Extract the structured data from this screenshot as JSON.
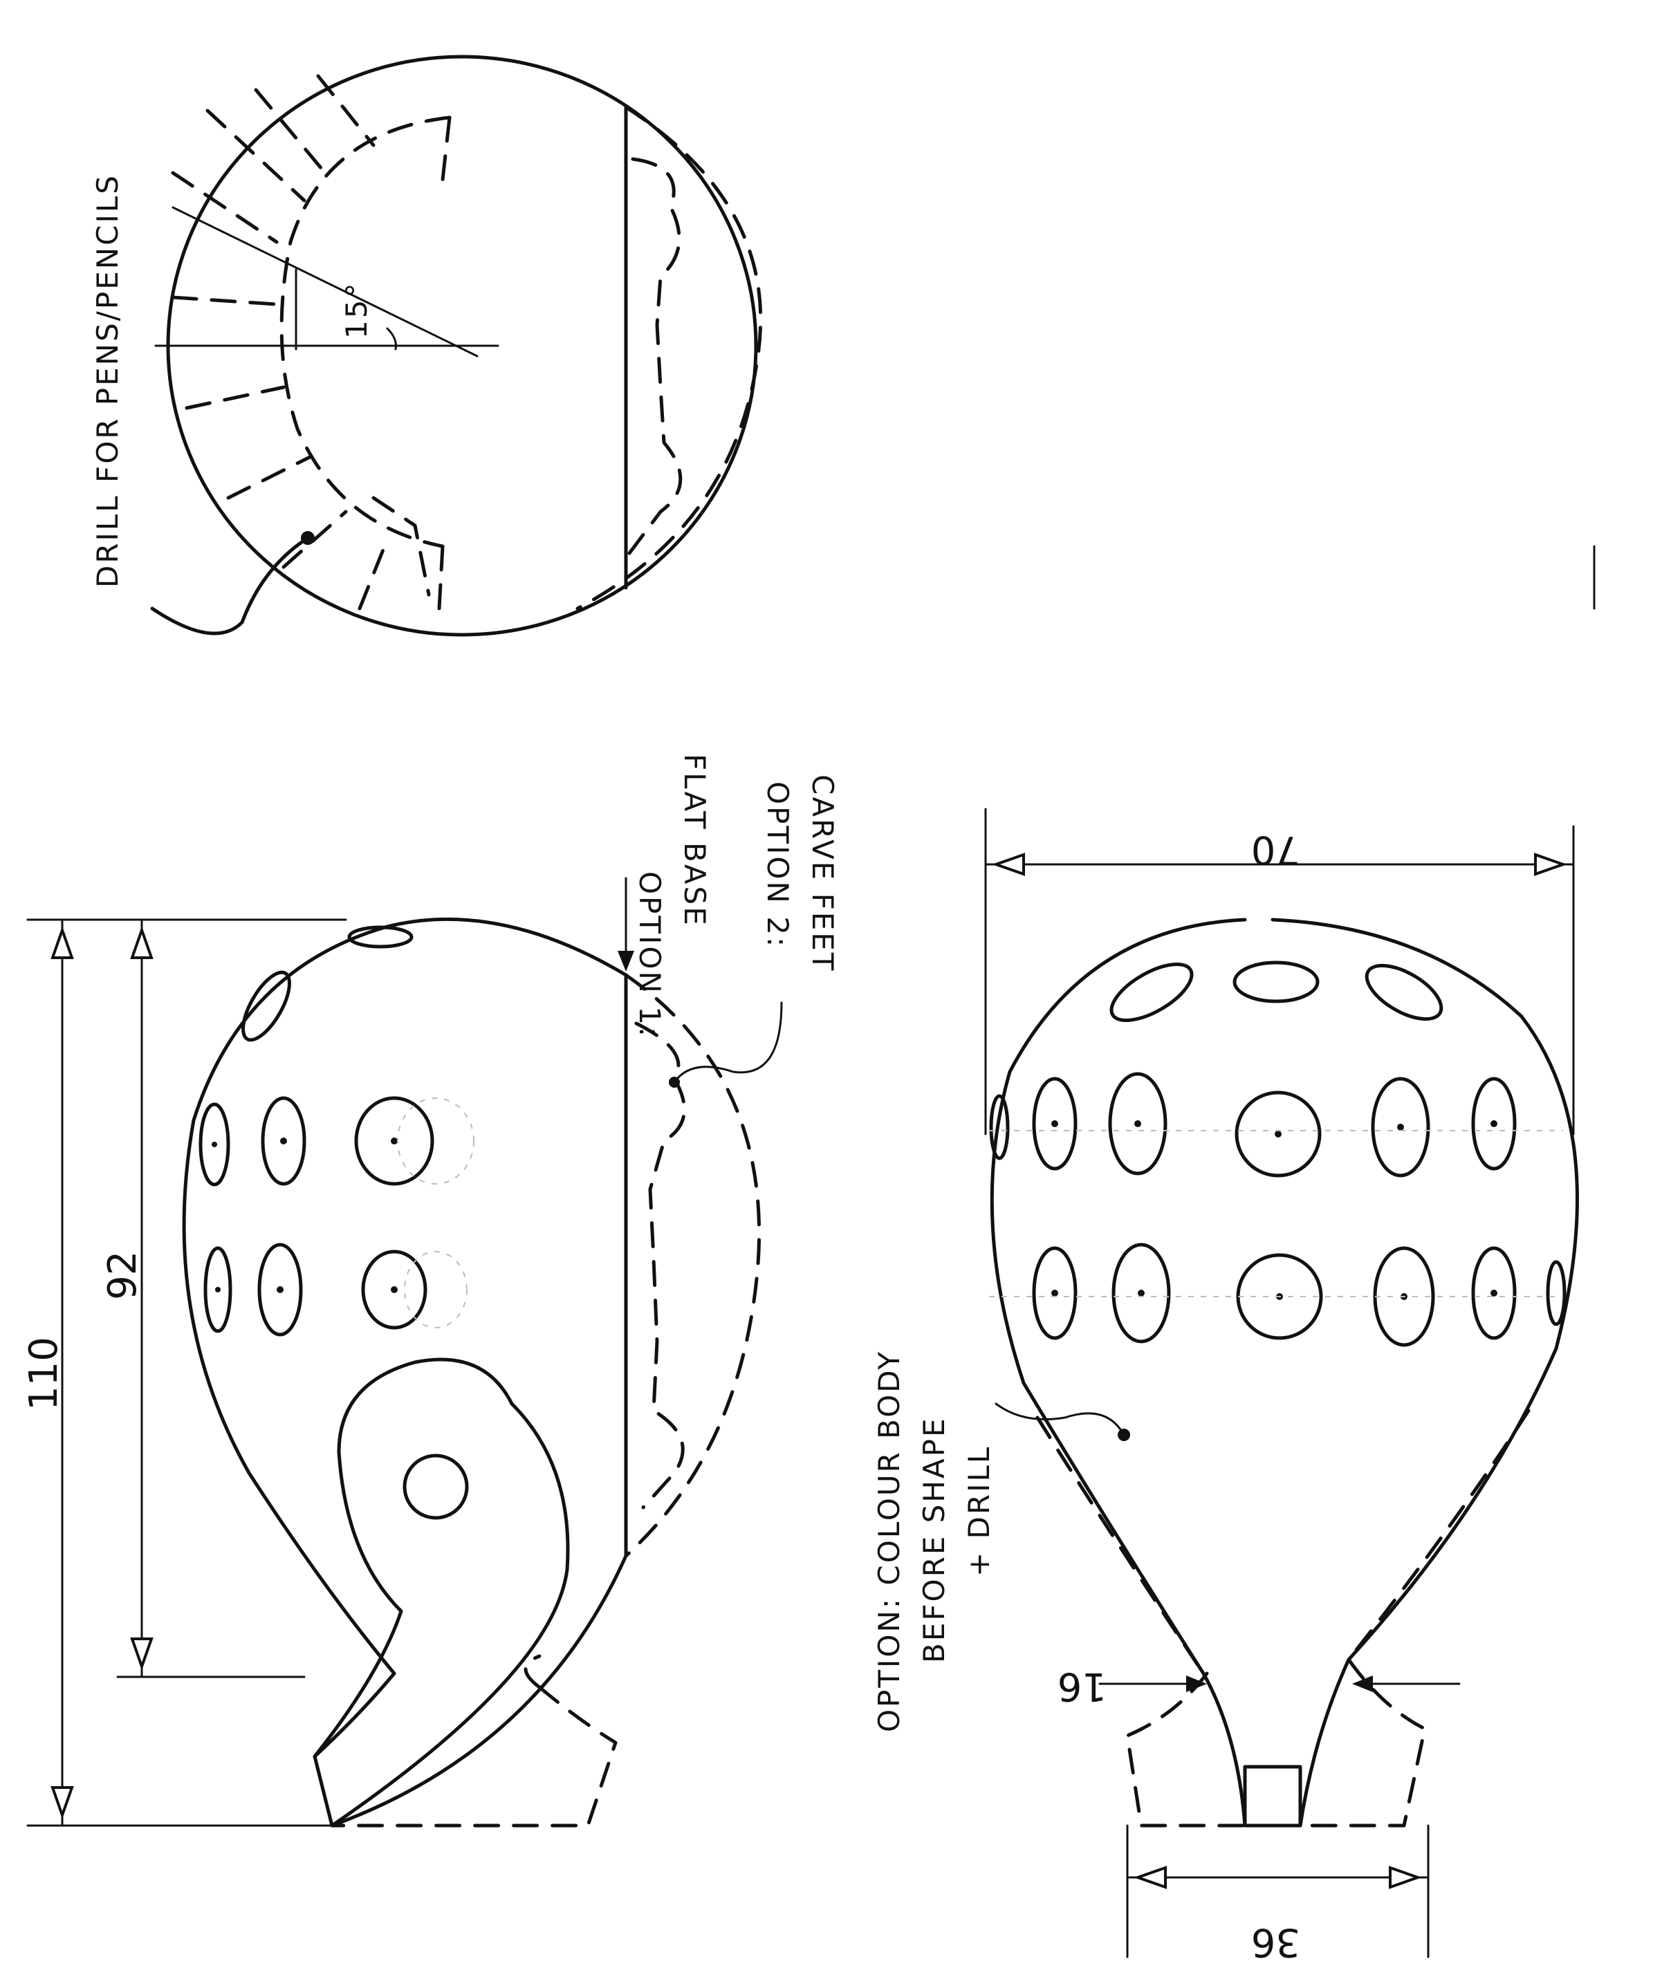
{
  "annotations": {
    "drill_note": "DRILL FOR PENS/PENCILS",
    "angle": "15°",
    "option1": "OPTION 1:",
    "option1_desc": "FLAT BASE",
    "option2": "OPTION 2:",
    "option2_desc": "CARVE FEET",
    "colour_line1": "OPTION: COLOUR BODY",
    "colour_line2": "BEFORE SHAPE",
    "colour_line3": "+ DRILL"
  },
  "dimensions": {
    "height_total": "110",
    "height_body": "92",
    "width_top": "70",
    "neck": "16",
    "base": "36"
  },
  "colors": {
    "ink": "#111111",
    "paper": "#ffffff"
  }
}
